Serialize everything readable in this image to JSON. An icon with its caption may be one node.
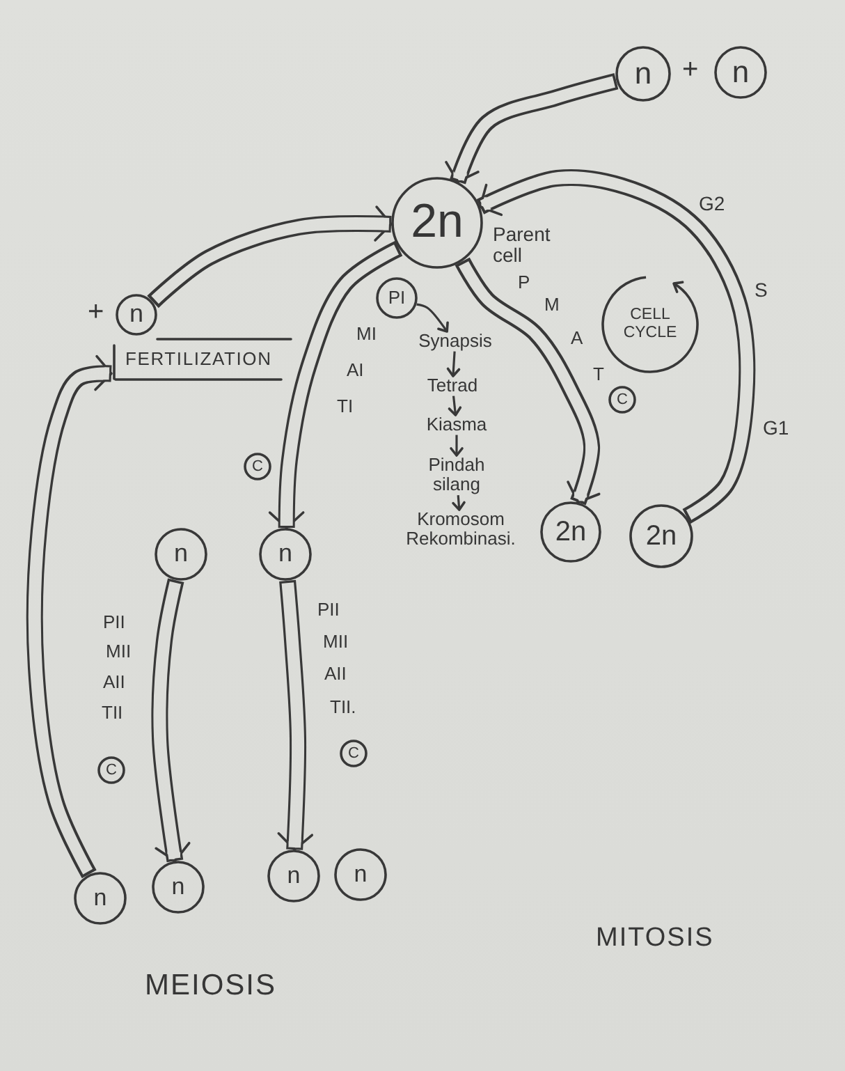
{
  "diagram": {
    "nodes": [
      {
        "text": [
          "n"
        ]
      },
      {
        "text": [
          "n"
        ]
      },
      {
        "text": [
          "2n"
        ],
        "beside": [
          "Parent cell"
        ]
      },
      {
        "text": [
          "n"
        ]
      },
      {
        "text": [
          "FERTILIZATION"
        ]
      },
      {
        "text": [
          "PI"
        ]
      },
      {
        "text": [
          "CELL CYCLE"
        ]
      },
      {
        "text": [
          "Synapsis"
        ]
      },
      {
        "text": [
          "Tetrad"
        ]
      },
      {
        "text": [
          "C"
        ]
      },
      {
        "text": [
          "C"
        ]
      },
      {
        "text": [
          "Kiasma"
        ]
      },
      {
        "text": [
          "Pindah silang"
        ]
      },
      {
        "text": [
          "Kromosom Rekombinasi."
        ]
      },
      {
        "text": [
          "2n"
        ]
      },
      {
        "text": [
          "2n"
        ]
      },
      {
        "text": [
          "n"
        ]
      },
      {
        "text": [
          "n"
        ]
      },
      {
        "text": [
          "C"
        ]
      },
      {
        "text": [
          "C"
        ]
      },
      {
        "text": [
          "n"
        ]
      },
      {
        "text": [
          "n"
        ]
      },
      {
        "text": [
          "n"
        ]
      },
      {
        "text": [
          "n"
        ]
      }
    ],
    "edges": [
      {
        "from": 0,
        "to": 2,
        "arrow": "to"
      },
      {
        "from": 3,
        "to": 2,
        "arrow": "to"
      },
      {
        "from": 2,
        "to": 17,
        "arrow": "to"
      },
      {
        "from": 2,
        "to": 14,
        "arrow": "to"
      },
      {
        "from": 15,
        "to": 2,
        "arrow": "to"
      },
      {
        "from": 5,
        "to": 7,
        "arrow": "to"
      },
      {
        "from": 7,
        "to": 8,
        "arrow": "to"
      },
      {
        "from": 8,
        "to": 11,
        "arrow": "to"
      },
      {
        "from": 11,
        "to": 12,
        "arrow": "to"
      },
      {
        "from": 12,
        "to": 13,
        "arrow": "to"
      },
      {
        "from": 16,
        "to": 21,
        "arrow": "to"
      },
      {
        "from": 17,
        "to": 22,
        "arrow": "to"
      },
      {
        "from": 20,
        "to": 4,
        "arrow": "to"
      }
    ],
    "labels": [
      "+",
      "G2",
      "+",
      "P",
      "S",
      "MI",
      "M",
      "AI",
      "A",
      "TI",
      "T",
      "G1",
      "PII",
      "PII",
      "MII",
      "MII",
      "AII",
      "AII",
      "TII",
      "TII.",
      "MITOSIS",
      "MEIOSIS"
    ]
  }
}
